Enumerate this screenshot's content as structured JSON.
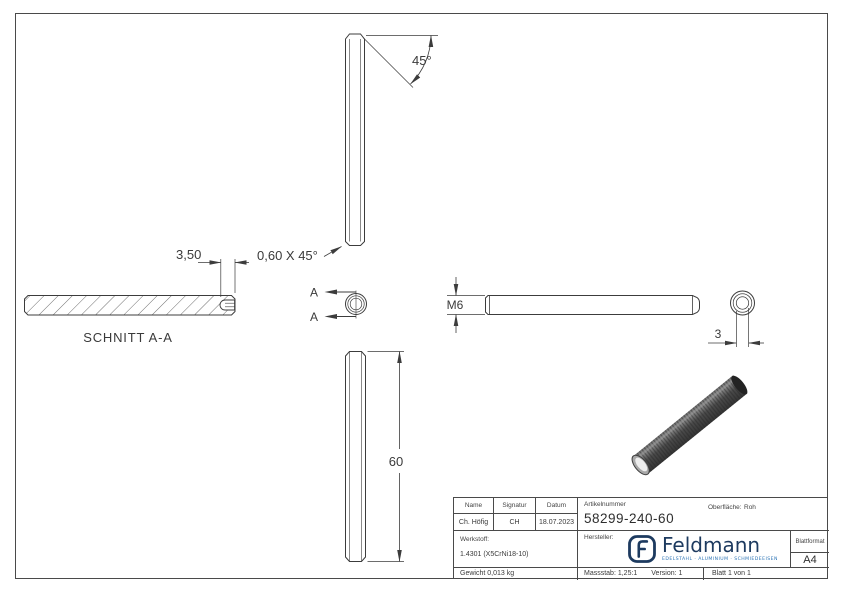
{
  "drawing": {
    "dims": {
      "angle": "45°",
      "chamfer_note": "0,60 X 45°",
      "depth": "3,50",
      "section_label": "SCHNITT A-A",
      "cut_label_top": "A",
      "cut_label_bottom": "A",
      "thread": "M6",
      "bore": "3",
      "length": "60"
    }
  },
  "title_block": {
    "name_label": "Name",
    "signatur_label": "Signatur",
    "datum_label": "Datum",
    "name": "Ch. Höfig",
    "signatur": "CH",
    "datum": "18.07.2023",
    "artikelnummer_label": "Artikelnummer",
    "artikelnummer": "58299-240-60",
    "oberflaeche_label": "Oberfläche:",
    "oberflaeche_value": "Roh",
    "werkstoff_label": "Werkstoff:",
    "werkstoff_value": "1.4301 (X5CrNi18-10)",
    "hersteller_label": "Hersteller:",
    "blattformat_label": "Blattformat",
    "blattformat_value": "A4",
    "gewicht": "Gewicht 0,013 kg",
    "massstab": "Massstab: 1,25:1",
    "version": "Version: 1",
    "blatt": "Blatt 1 von 1",
    "logo": {
      "brand": "Feldmann",
      "tagline": "EDELSTAHL · ALUMINIUM · SCHMIEDEEISEN"
    }
  },
  "colors": {
    "line": "#3c3c3c",
    "navy": "#1d3a5f",
    "blue": "#2e75b6"
  }
}
